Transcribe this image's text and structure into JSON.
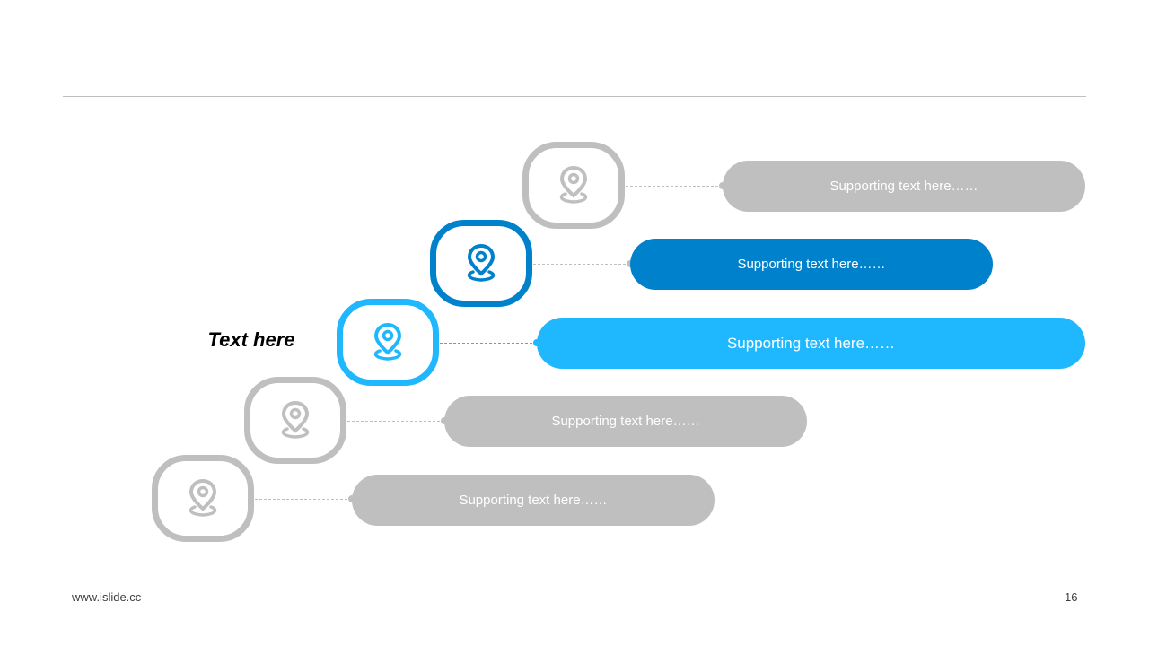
{
  "slide": {
    "side_label": "Text here",
    "footer_url": "www.islide.cc",
    "page_number": "16"
  },
  "colors": {
    "gray": "#bfbfbf",
    "blue": "#0081cc",
    "light_blue": "#1fb8ff"
  },
  "steps": [
    {
      "label": "Supporting text here……",
      "color": "#bfbfbf",
      "icon": "location-pin-icon"
    },
    {
      "label": "Supporting text here……",
      "color": "#0081cc",
      "icon": "location-pin-icon"
    },
    {
      "label": "Supporting text here……",
      "color": "#1fb8ff",
      "icon": "location-pin-icon"
    },
    {
      "label": "Supporting text here……",
      "color": "#bfbfbf",
      "icon": "location-pin-icon"
    },
    {
      "label": "Supporting text here……",
      "color": "#bfbfbf",
      "icon": "location-pin-icon"
    }
  ]
}
